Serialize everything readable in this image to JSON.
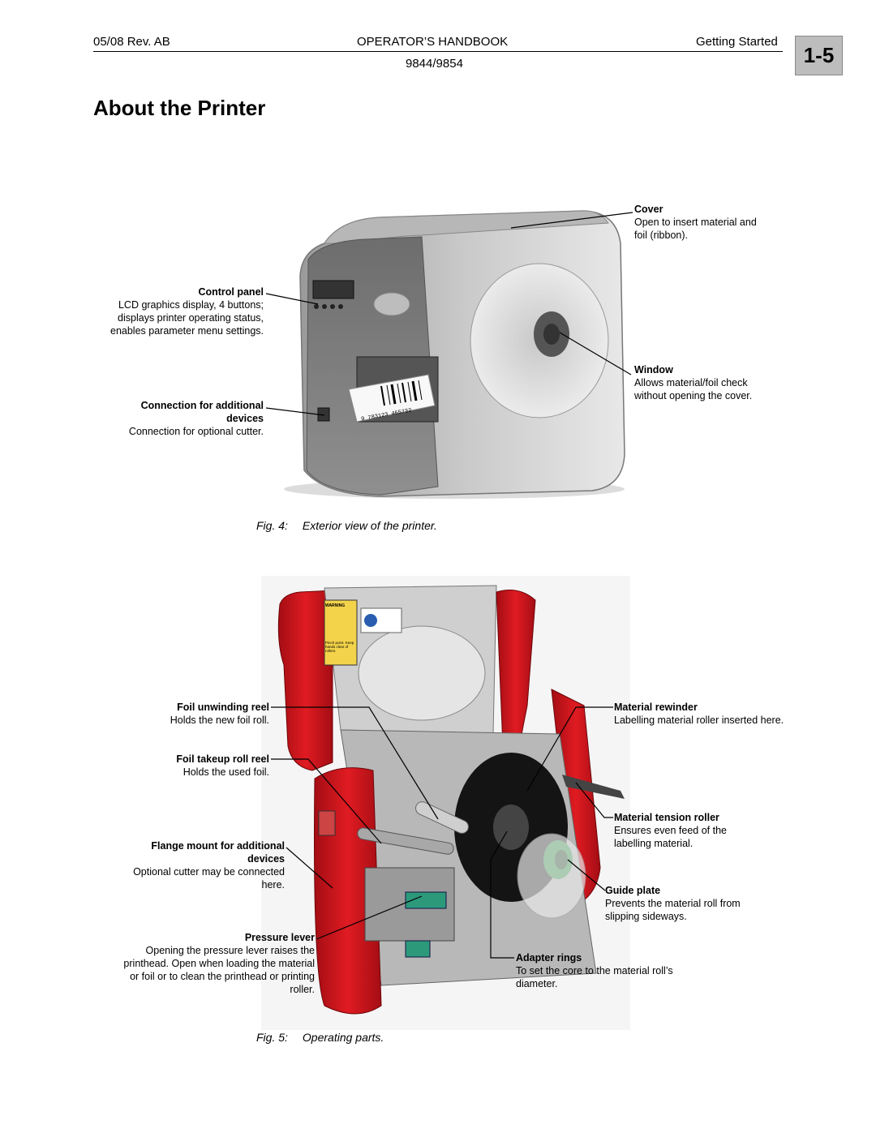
{
  "header": {
    "revision": "05/08 Rev. AB",
    "handbook": "OPERATOR’S HANDBOOK",
    "model": "9844/9854",
    "section": "Getting Started",
    "page_tab": "1-5"
  },
  "title": "About the Printer",
  "fig4": {
    "caption_num": "Fig. 4:",
    "caption_text": "Exterior view of the printer.",
    "callouts": {
      "cover": {
        "title": "Cover",
        "text": "Open to insert material and foil (ribbon)."
      },
      "control_panel": {
        "title": "Control panel",
        "text": "LCD graphics display, 4 buttons; displays printer operating status, enables parameter menu settings."
      },
      "connection": {
        "title": "Connection for additional devices",
        "text": "Connection for optional cutter."
      },
      "window": {
        "title": "Window",
        "text": "Allows material/foil check without opening the cover."
      }
    },
    "barcode_digits": "9 783123 465732"
  },
  "fig5": {
    "caption_num": "Fig. 5:",
    "caption_text": "Operating parts.",
    "callouts": {
      "foil_unwinding": {
        "title": "Foil unwinding reel",
        "text": "Holds the new foil roll."
      },
      "foil_takeup": {
        "title": "Foil takeup roll reel",
        "text": "Holds the used foil."
      },
      "flange_mount": {
        "title": "Flange mount for additional devices",
        "text": "Optional cutter may be connected here."
      },
      "pressure_lever": {
        "title": "Pressure lever",
        "text": "Opening the pressure lever raises the printhead. Open when loading the material or foil or to clean the printhead or printing roller."
      },
      "material_rewinder": {
        "title": "Material rewinder",
        "text": "Labelling material roller inserted here."
      },
      "material_tension": {
        "title": "Material tension roller",
        "text": "Ensures even feed of the labelling material."
      },
      "guide_plate": {
        "title": "Guide plate",
        "text": "Prevents the material roll from slipping sideways."
      },
      "adapter_rings": {
        "title": "Adapter rings",
        "text": "To set the core to the material roll’s diameter."
      }
    },
    "warning_label": "WARNING",
    "pinch_label": "Pinch point. Keep hands clear of rollers."
  }
}
